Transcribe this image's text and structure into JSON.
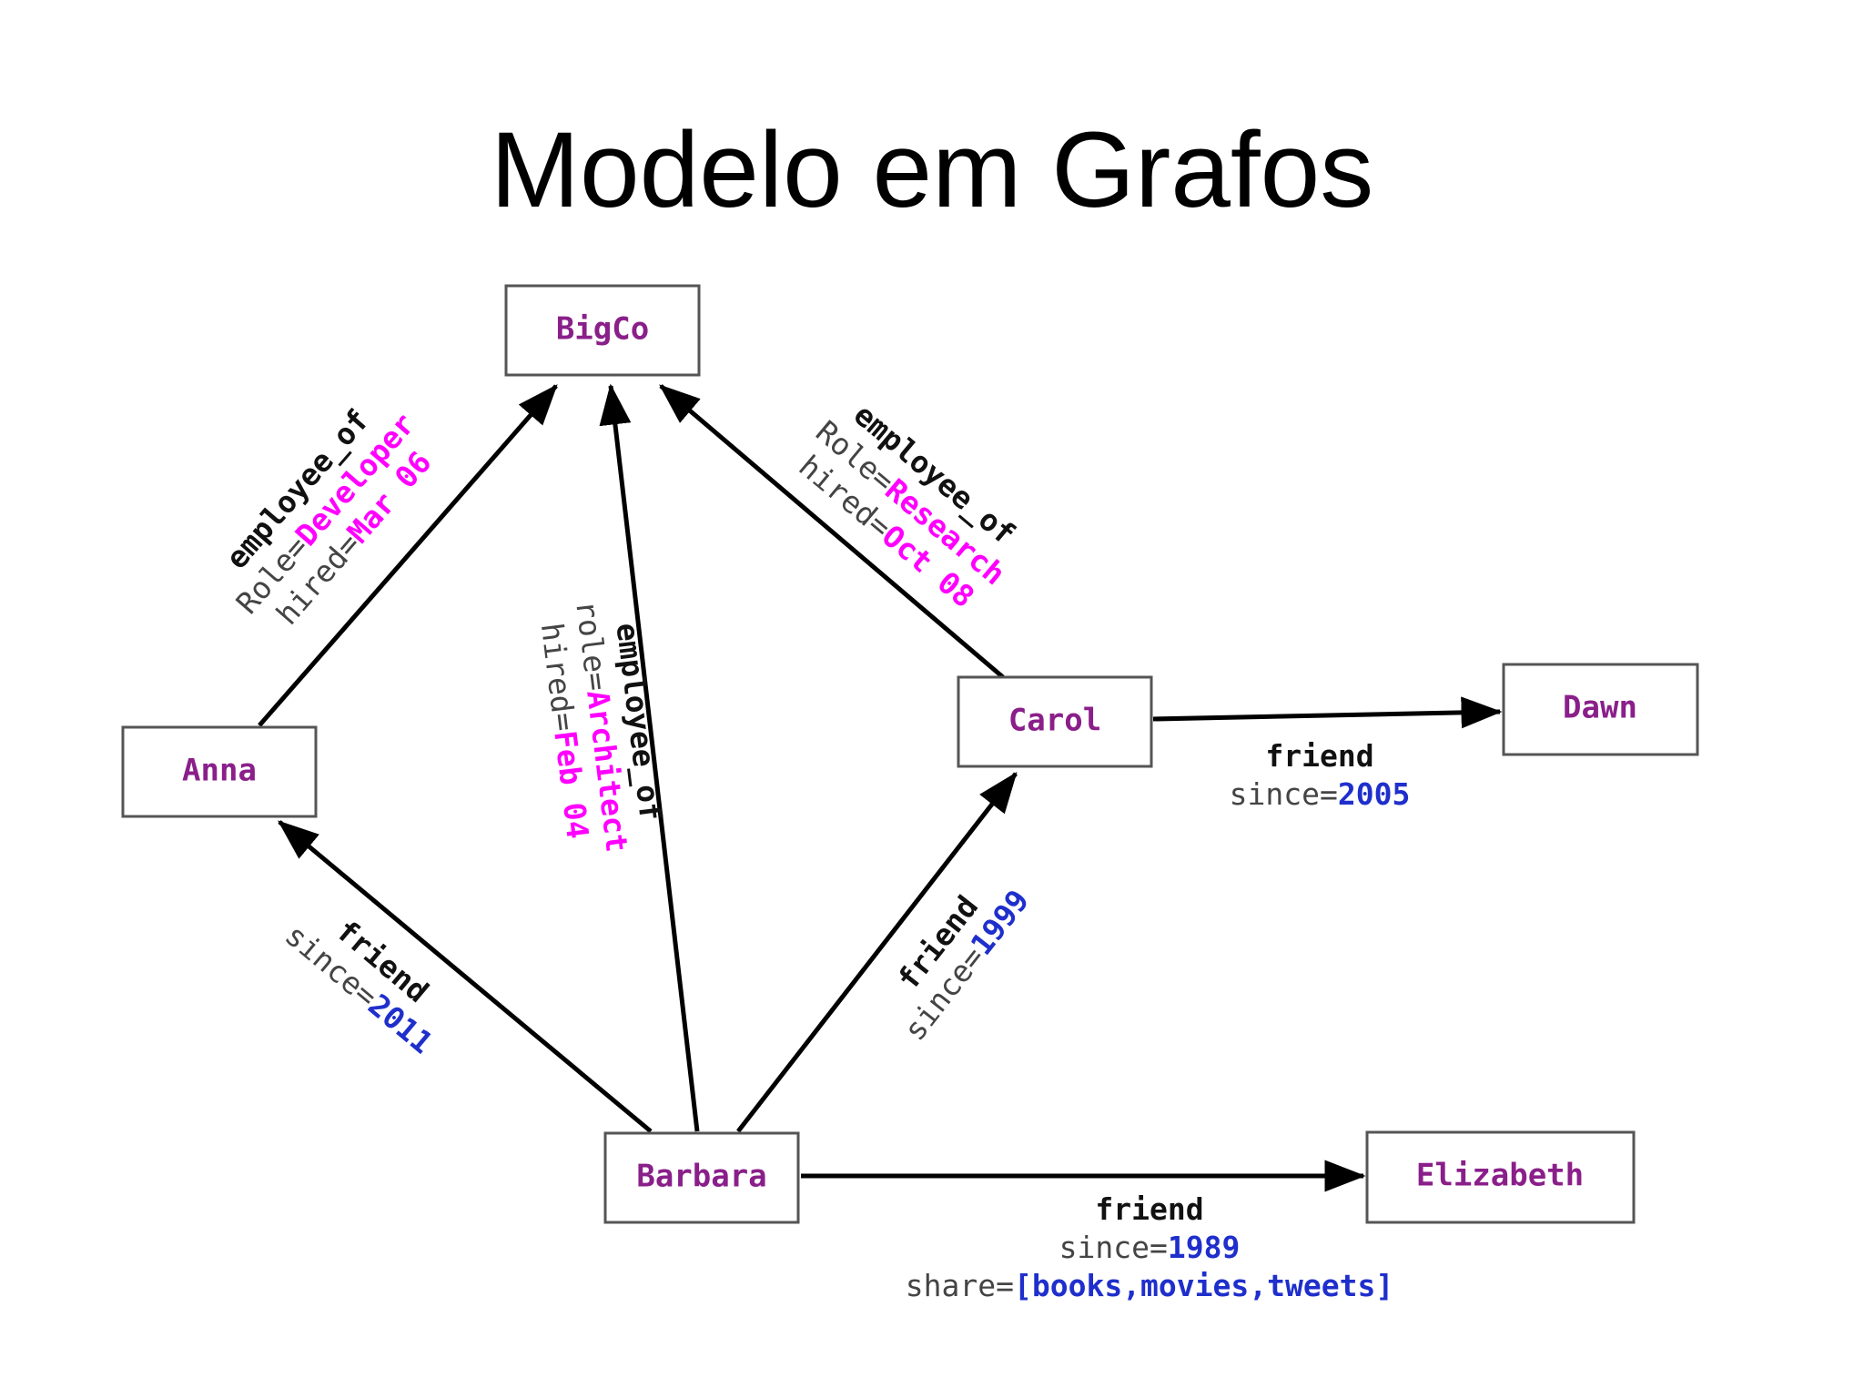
{
  "title": "Modelo em Grafos",
  "colors": {
    "node_text": "#8a1f8a",
    "edge_name": "#111111",
    "key_text": "#444444",
    "string_value": "#ff00ff",
    "number_value": "#1f2fcc",
    "list_value": "#1f2fcc",
    "edge_stroke": "#000000",
    "box_stroke": "#555555"
  },
  "nodes": {
    "bigco": "BigCo",
    "anna": "Anna",
    "carol": "Carol",
    "dawn": "Dawn",
    "barbara": "Barbara",
    "elizabeth": "Elizabeth"
  },
  "edges": {
    "anna_bigco": {
      "name": "employee_of",
      "role_key": "Role=",
      "role_value": "Developer",
      "hired_key": "hired=",
      "hired_value": "Mar 06"
    },
    "barbara_bigco": {
      "name": "employee_of",
      "role_key": "role=",
      "role_value": "Architect",
      "hired_key": "hired=",
      "hired_value": "Feb 04"
    },
    "carol_bigco": {
      "name": "employee_of",
      "role_key": "Role=",
      "role_value": "Research",
      "hired_key": "hired=",
      "hired_value": "Oct 08"
    },
    "carol_dawn": {
      "name": "friend",
      "since_key": "since=",
      "since_value": "2005"
    },
    "barbara_anna": {
      "name": "friend",
      "since_key": "since=",
      "since_value": "2011"
    },
    "barbara_carol": {
      "name": "friend",
      "since_key": "since=",
      "since_value": "1999"
    },
    "barbara_elizabeth": {
      "name": "friend",
      "since_key": "since=",
      "since_value": "1989",
      "share_key": "share=",
      "share_value": "[books,movies,tweets]"
    }
  }
}
